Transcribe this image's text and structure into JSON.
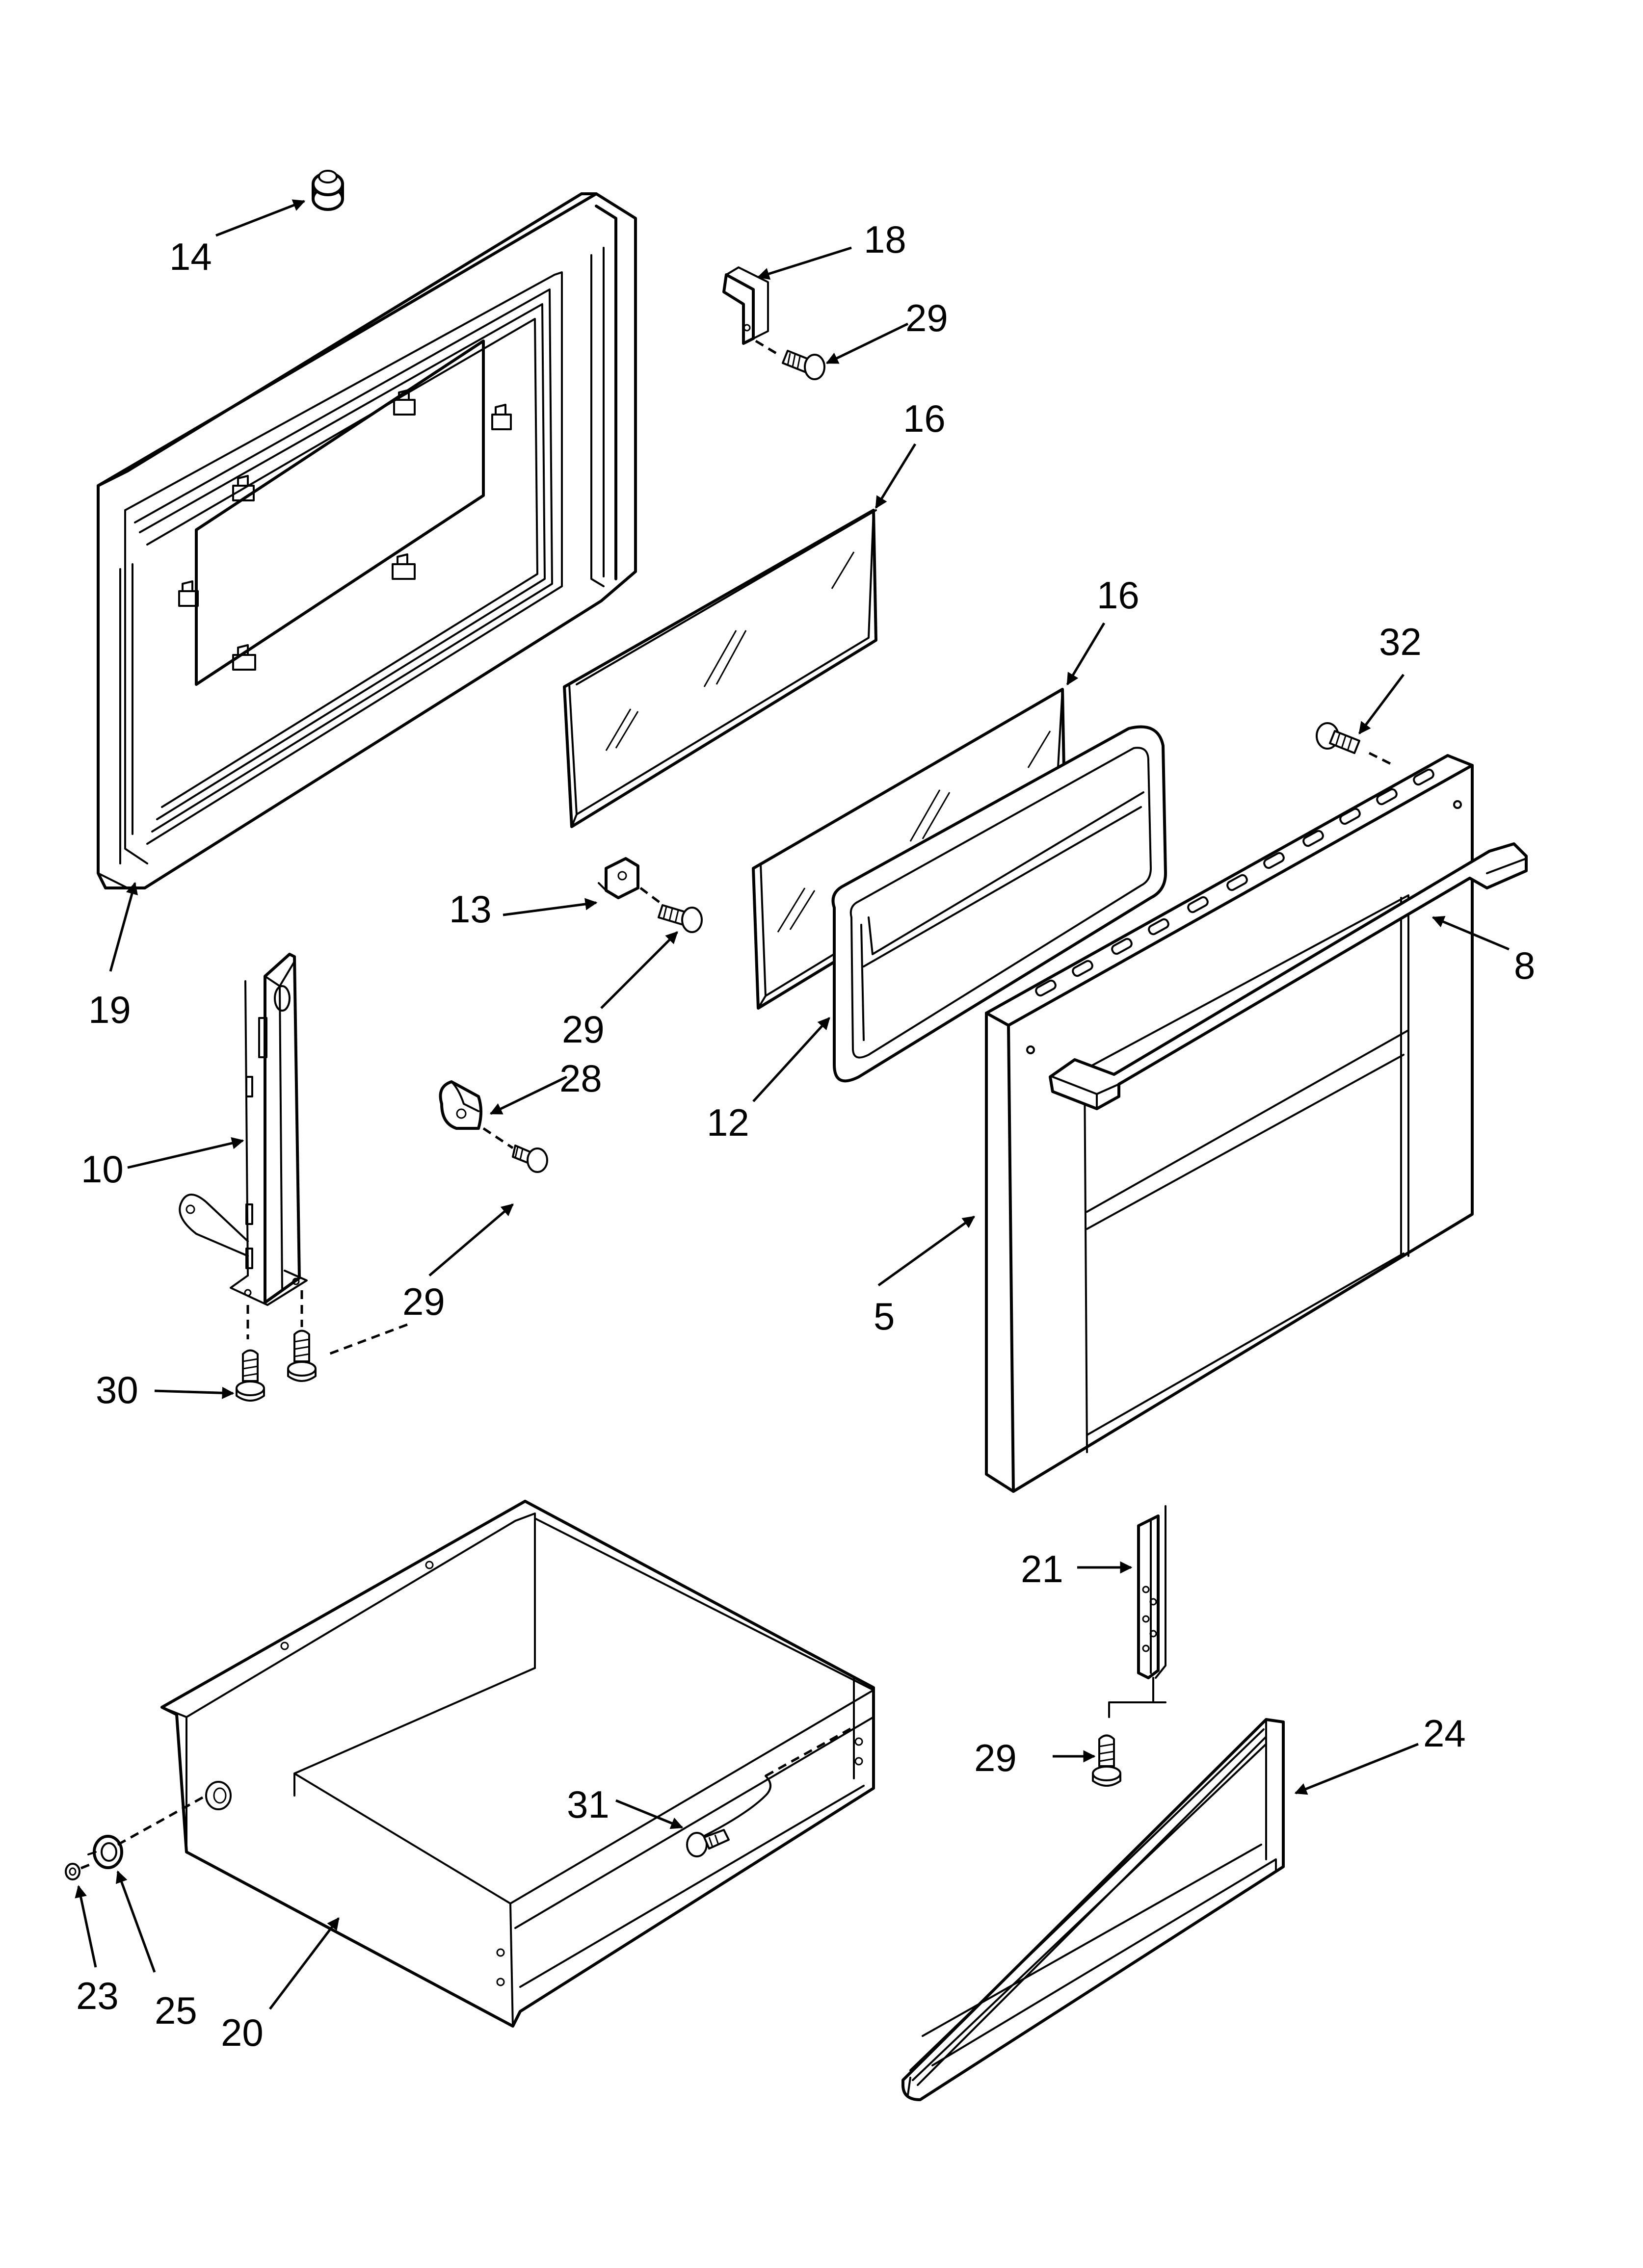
{
  "callouts": {
    "c14": "14",
    "c18": "18",
    "c29a": "29",
    "c16a": "16",
    "c16b": "16",
    "c32": "32",
    "c13": "13",
    "c29b": "29",
    "c19": "19",
    "c8": "8",
    "c12": "12",
    "c28": "28",
    "c10": "10",
    "c29c": "29",
    "c5": "5",
    "c30": "30",
    "c21": "21",
    "c24": "24",
    "c29d": "29",
    "c31": "31",
    "c23": "23",
    "c25": "25",
    "c20": "20"
  }
}
